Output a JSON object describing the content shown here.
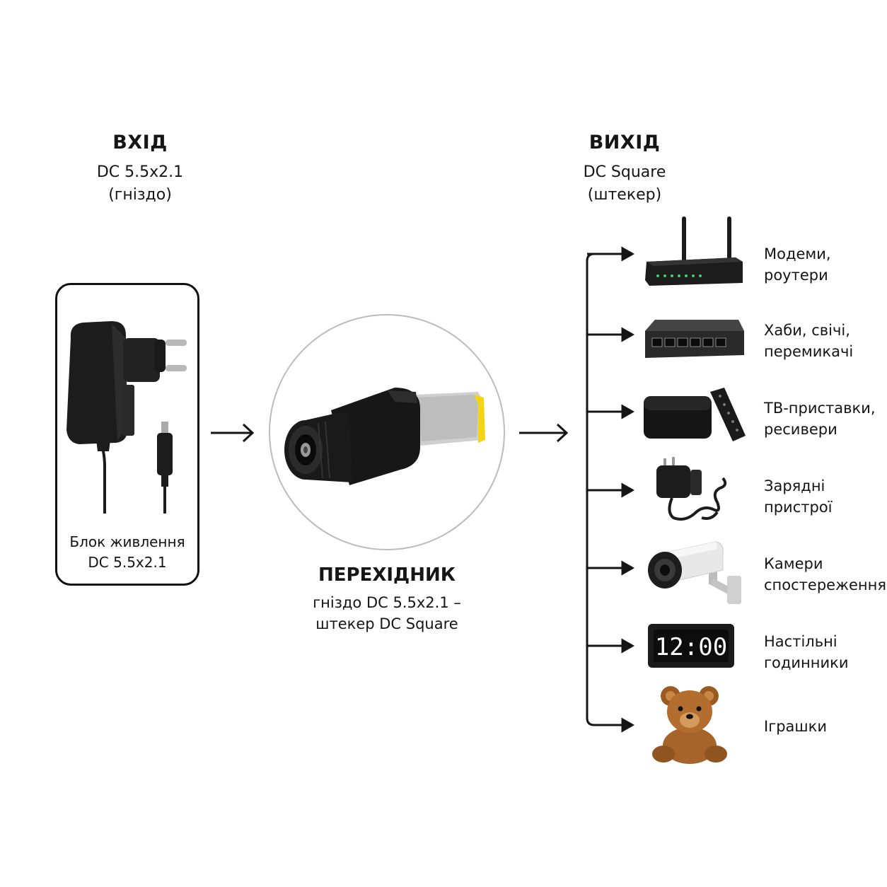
{
  "input": {
    "heading": "ВХІД",
    "line1": "DC 5.5x2.1",
    "line2": "(гніздо)"
  },
  "output": {
    "heading": "ВИХІД",
    "line1": "DC Square",
    "line2": "(штекер)"
  },
  "power_supply": {
    "caption_line1": "Блок живлення",
    "caption_line2": "DC 5.5x2.1"
  },
  "adapter": {
    "title": "ПЕРЕХІДНИК",
    "line1": "гніздо DC 5.5x2.1 –",
    "line2": "штекер DC Square"
  },
  "devices": [
    {
      "icon": "router-icon",
      "line1": "Модеми,",
      "line2": "роутери"
    },
    {
      "icon": "network-switch-icon",
      "line1": "Хаби, свічі,",
      "line2": "перемикачі"
    },
    {
      "icon": "tv-box-icon",
      "line1": "ТВ-приставки,",
      "line2": "ресивери"
    },
    {
      "icon": "charger-icon",
      "line1": "Зарядні",
      "line2": "пристрої"
    },
    {
      "icon": "security-camera-icon",
      "line1": "Камери",
      "line2": "спостереження"
    },
    {
      "icon": "desk-clock-icon",
      "line1": "Настільні",
      "line2": "годинники"
    },
    {
      "icon": "teddy-bear-icon",
      "line1": "Іграшки",
      "line2": ""
    }
  ],
  "clock_display": "12:00",
  "colors": {
    "ink": "#151515",
    "plug_tip": "#f2d516",
    "circle_border": "#bcbcbc"
  }
}
